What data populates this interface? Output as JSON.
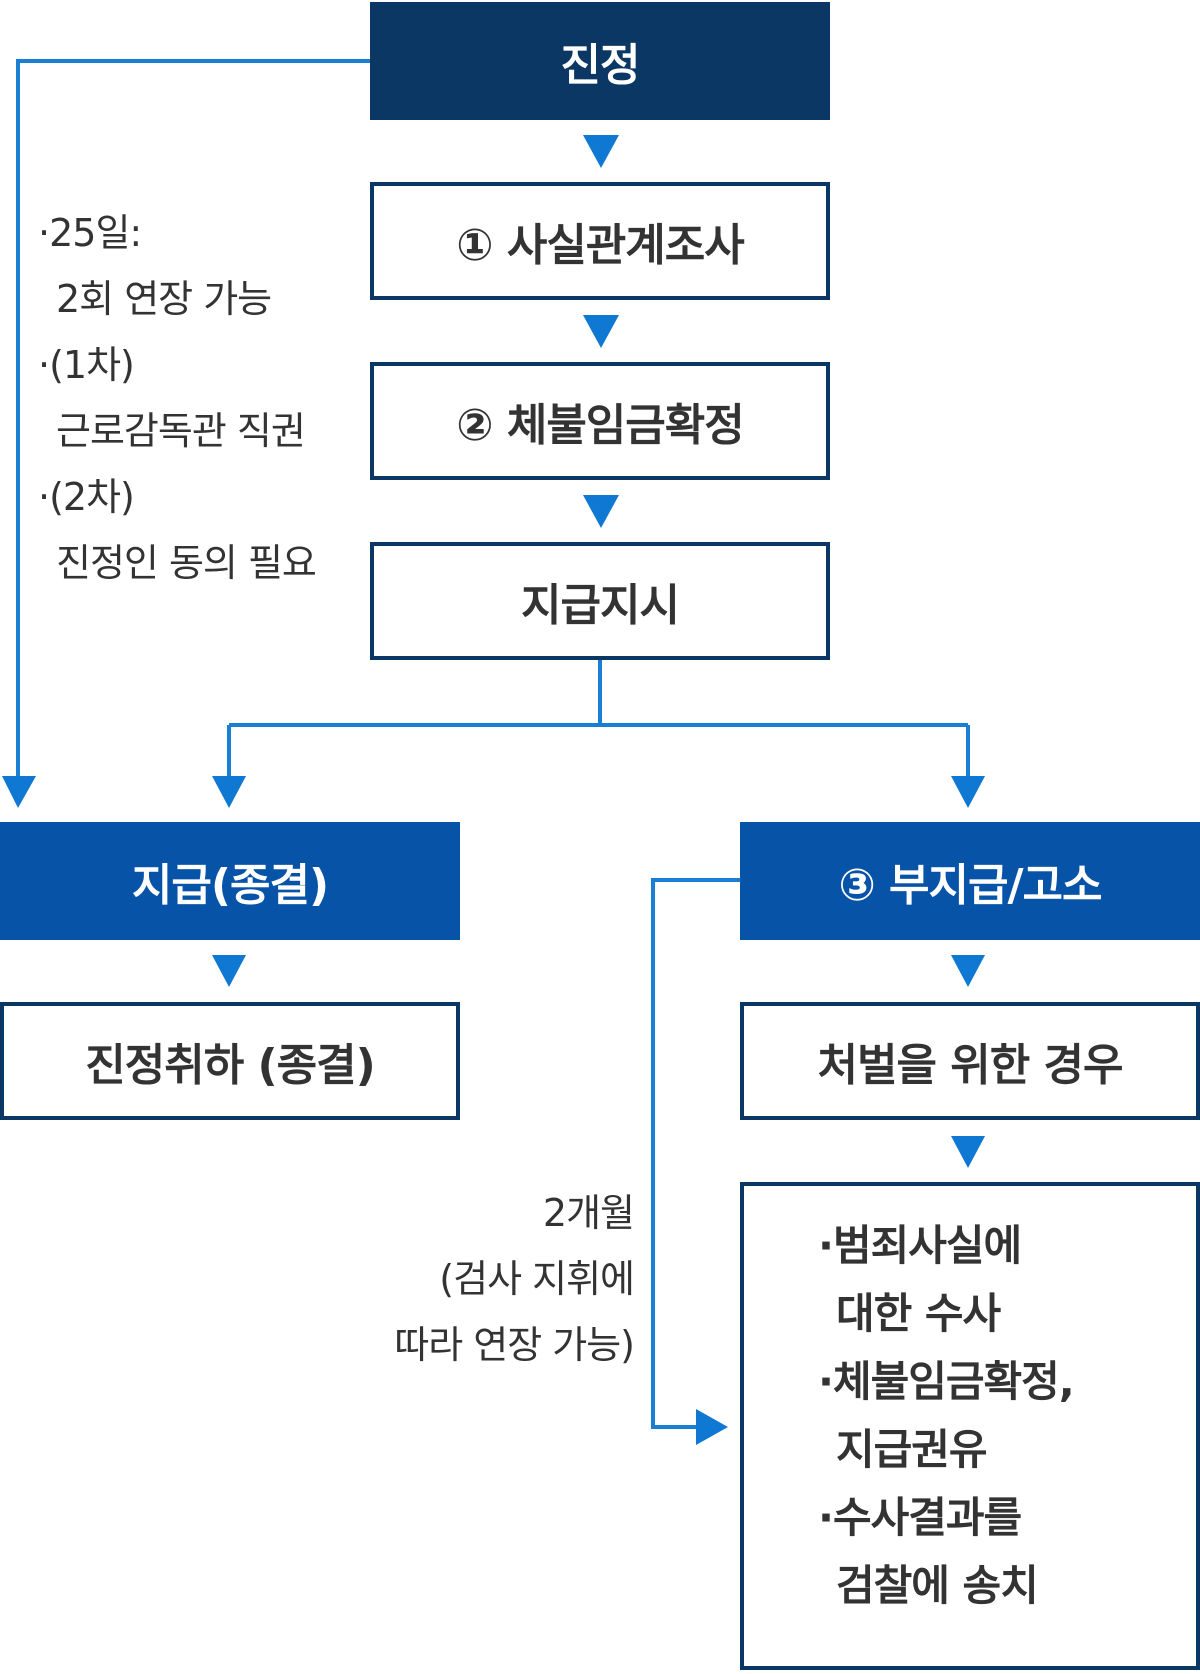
{
  "colors": {
    "dark_navy": "#0a3764",
    "blue": "#0753a8",
    "connector": "#1a7fd4"
  },
  "nodes": {
    "petition": "진정",
    "fact_check": "① 사실관계조사",
    "wage_confirm": "② 체불임금확정",
    "payment_order": "지급지시",
    "paid_closed": "지급(종결)",
    "unpaid_complaint": "③ 부지급/고소",
    "withdraw_closed": "진정취하 (종결)",
    "for_punishment": "처벌을 위한 경우"
  },
  "left_note": {
    "lines": [
      {
        "bullet": "·",
        "text": "25일:"
      },
      {
        "bullet": "",
        "text": "2회 연장 가능"
      },
      {
        "bullet": "·",
        "text": "(1차)"
      },
      {
        "bullet": "",
        "text": "근로감독관 직권"
      },
      {
        "bullet": "·",
        "text": "(2차)"
      },
      {
        "bullet": "",
        "text": "진정인 동의 필요"
      }
    ]
  },
  "duration_note": {
    "lines": [
      "2개월",
      "(검사 지휘에",
      "따라 연장 가능)"
    ]
  },
  "final_box": {
    "lines": [
      {
        "bullet": "·",
        "text": "범죄사실에"
      },
      {
        "bullet": "",
        "text": "대한 수사"
      },
      {
        "bullet": "·",
        "text": "체불임금확정,"
      },
      {
        "bullet": "",
        "text": "지급권유"
      },
      {
        "bullet": "·",
        "text": "수사결과를"
      },
      {
        "bullet": "",
        "text": "검찰에 송치"
      }
    ]
  }
}
